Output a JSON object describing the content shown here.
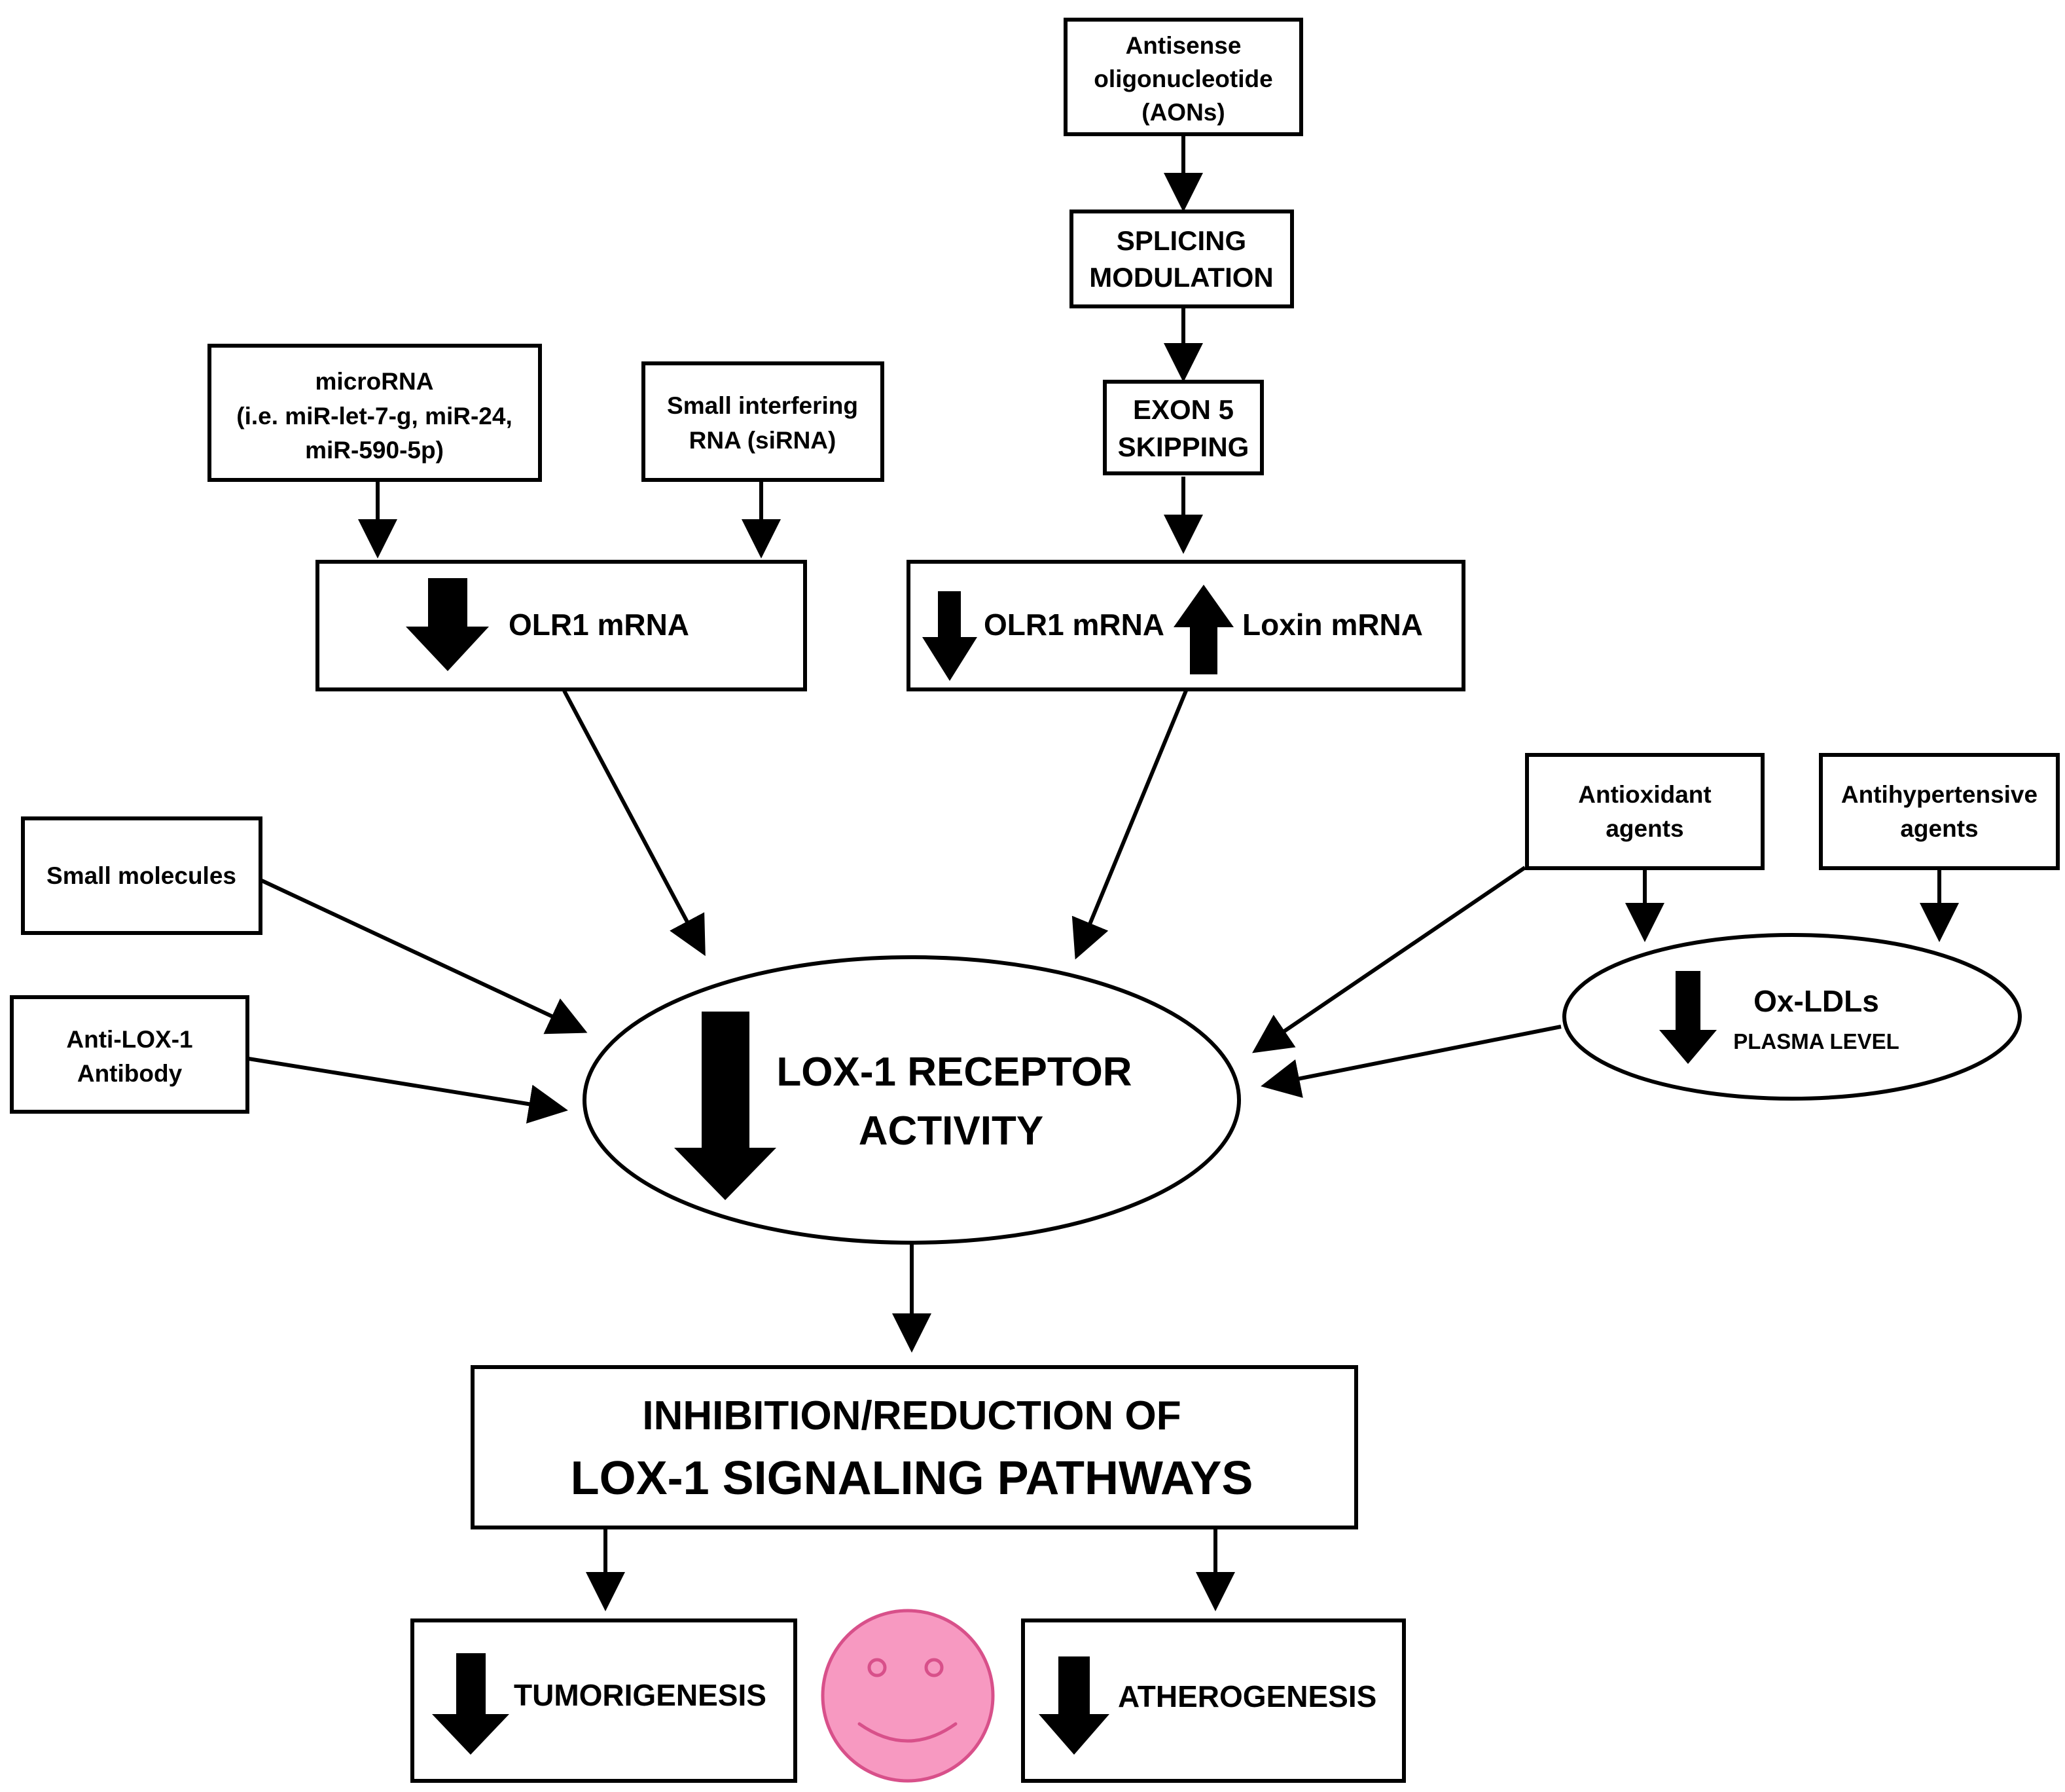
{
  "colors": {
    "stroke": "#000000",
    "background": "#ffffff",
    "smiley_fill": "#f799c1",
    "smiley_stroke": "#d8508a"
  },
  "nodes": {
    "aon": {
      "lines": [
        "Antisense",
        "oligonucleotide",
        "(AONs)"
      ]
    },
    "splicing": {
      "lines": [
        "SPLICING",
        "MODULATION"
      ]
    },
    "exon5": {
      "lines": [
        "EXON 5",
        "SKIPPING"
      ]
    },
    "microrna": {
      "lines": [
        "microRNA",
        "(i.e. miR-let-7-g, miR-24,",
        "miR-590-5p)"
      ]
    },
    "sirna": {
      "lines": [
        "Small interfering",
        "RNA (siRNA)"
      ]
    },
    "olr1_left": {
      "label": "OLR1 mRNA"
    },
    "olr1_loxin": {
      "olr1_label": "OLR1 mRNA",
      "loxin_label": "Loxin mRNA"
    },
    "small_molecules": {
      "label": "Small molecules"
    },
    "antibody": {
      "lines": [
        "Anti-LOX-1",
        "Antibody"
      ]
    },
    "antioxidant": {
      "lines": [
        "Antioxidant",
        "agents"
      ]
    },
    "antihypertensive": {
      "lines": [
        "Antihypertensive",
        "agents"
      ]
    },
    "oxldl": {
      "title": "Ox-LDLs",
      "subtitle": "PLASMA LEVEL"
    },
    "lox1": {
      "lines": [
        "LOX-1 RECEPTOR",
        "ACTIVITY"
      ]
    },
    "inhibition": {
      "line1": "INHIBITION/REDUCTION OF",
      "line2": "LOX-1 SIGNALING PATHWAYS"
    },
    "tumor": {
      "label": "TUMORIGENESIS"
    },
    "athero": {
      "label": "ATHEROGENESIS"
    }
  },
  "icons": {
    "down_arrow": "down-arrow-icon",
    "up_arrow": "up-arrow-icon",
    "smiley": "smiley-face-icon"
  }
}
